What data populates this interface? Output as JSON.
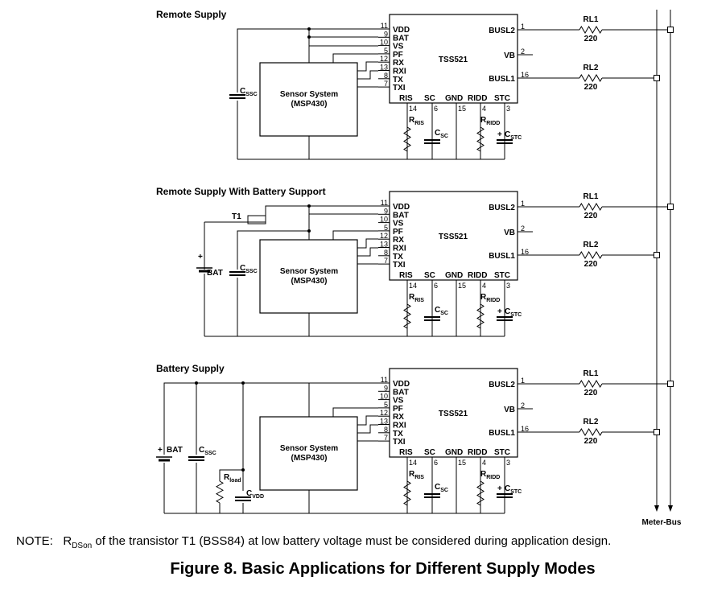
{
  "sections": [
    {
      "title": "Remote Supply",
      "t1": "",
      "bat": ""
    },
    {
      "title": "Remote Supply With Battery Support",
      "t1": "T1",
      "bat": "BAT"
    },
    {
      "title": "Battery Supply",
      "t1": "",
      "bat": "BAT"
    }
  ],
  "ic": {
    "name": "TSS521",
    "left_pins": [
      {
        "num": "11",
        "label": "VDD"
      },
      {
        "num": "9",
        "label": "BAT"
      },
      {
        "num": "10",
        "label": "VS"
      },
      {
        "num": "5",
        "label": "PF"
      },
      {
        "num": "12",
        "label": "RX"
      },
      {
        "num": "13",
        "label": "RXI"
      },
      {
        "num": "8",
        "label": "TX"
      },
      {
        "num": "7",
        "label": "TXI"
      }
    ],
    "right_pins": [
      {
        "num": "1",
        "label": "BUSL2"
      },
      {
        "num": "2",
        "label": "VB"
      },
      {
        "num": "16",
        "label": "BUSL1"
      }
    ],
    "bottom_pins": [
      {
        "num": "14",
        "label": "RIS"
      },
      {
        "num": "6",
        "label": "SC"
      },
      {
        "num": "15",
        "label": "GND"
      },
      {
        "num": "4",
        "label": "RIDD"
      },
      {
        "num": "3",
        "label": "STC"
      }
    ]
  },
  "sensor": {
    "line1": "Sensor System",
    "line2": "(MSP430)"
  },
  "components": {
    "rl1": "RL1",
    "rl2": "RL2",
    "rl_value": "220",
    "c_main": "C",
    "c_ssc_sub": "SSC",
    "r_main": "R",
    "r_ris_sub": "RIS",
    "r_ridd_sub": "RIDD",
    "c_sc_sub": "SC",
    "c_stc_sub": "STC",
    "r_load_sub": "load",
    "c_vdd_sub": "VDD",
    "plus": "+"
  },
  "meter_bus": "Meter-Bus",
  "note": {
    "prefix": "NOTE:",
    "r": "R",
    "sub": "DSon",
    "text": " of the transistor T1 (BSS84) at low battery voltage must be considered during application design."
  },
  "caption": "Figure 8.  Basic Applications for Different Supply Modes"
}
